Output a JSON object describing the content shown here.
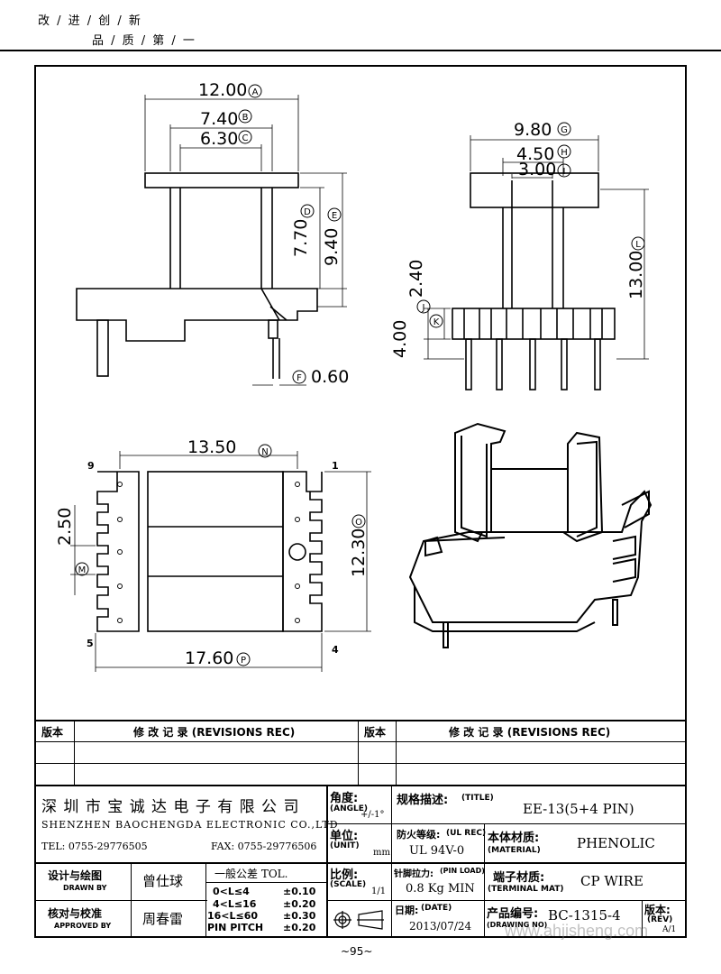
{
  "header": {
    "slogan_line1": "改 / 进 / 创 / 新",
    "slogan_line2": "品 / 质 / 第 / 一"
  },
  "dims": {
    "A": "12.00",
    "A_mark": "A",
    "B": "7.40",
    "B_mark": "B",
    "C": "6.30",
    "C_mark": "C",
    "D": "7.70",
    "D_mark": "D",
    "E": "9.40",
    "E_mark": "E",
    "F": "0.60",
    "F_mark": "F",
    "G": "9.80",
    "G_mark": "G",
    "H": "4.50",
    "H_mark": "H",
    "I": "3.00",
    "I_mark": "I",
    "J": "2.40",
    "J_mark": "J",
    "K": "4.00",
    "K_mark": "K",
    "L": "13.00",
    "L_mark": "L",
    "M": "2.50",
    "M_mark": "M",
    "N": "13.50",
    "N_mark": "N",
    "O": "12.30",
    "O_mark": "O",
    "P": "17.60",
    "P_mark": "P"
  },
  "pins": {
    "p9": "9",
    "p1": "1",
    "p5": "5",
    "p4": "4"
  },
  "revisions": {
    "col_ver": "版本",
    "col_record": "修 改 记 录 (REVISIONS REC)"
  },
  "titleblock": {
    "company_cn": "深 圳 市 宝 诚 达 电 子 有 限 公 司",
    "company_en": "SHENZHEN BAOCHENGDA ELECTRONIC CO.,LTD",
    "tel": "TEL: 0755-29776505",
    "fax": "FAX: 0755-29776506",
    "angle_label": "角度:",
    "angle_en": "(ANGLE)",
    "angle_val": "+/-1°",
    "unit_label": "单位:",
    "unit_en": "(UNIT)",
    "unit_val": "mm",
    "scale_label": "比例:",
    "scale_en": "(SCALE)",
    "scale_val": "1/1",
    "title_label": "规格描述:",
    "title_en": "(TITLE)",
    "title_val": "EE-13(5+4 PIN)",
    "ul_label": "防火等级:",
    "ul_en": "(UL REC)",
    "ul_val": "UL 94V-0",
    "material_label": "本体材质:",
    "material_en": "(MATERIAL)",
    "material_val": "PHENOLIC",
    "pinload_label": "针脚拉力:",
    "pinload_en": "(PIN LOAD)",
    "pinload_val": "0.8 Kg MIN",
    "terminal_label": "端子材质:",
    "terminal_en": "(TERMINAL MAT)",
    "terminal_val": "CP WIRE",
    "date_label": "日期:",
    "date_en": "(DATE)",
    "date_val": "2013/07/24",
    "drawno_label": "产品编号:",
    "drawno_en": "(DRAWING NO)",
    "drawno_val": "BC-1315-4",
    "rev_label": "版本:",
    "rev_en": "(REV)",
    "rev_val": "A/1",
    "drawn_label": "设计与绘图",
    "drawn_en": "DRAWN BY",
    "drawn_val": "曾仕球",
    "approved_label": "核对与校准",
    "approved_en": "APPROVED BY",
    "approved_val": "周春雷",
    "tol_title": "一般公差 TOL.",
    "tol_rows": [
      {
        "range": "0<L≤4",
        "val": "±0.10"
      },
      {
        "range": "4<L≤16",
        "val": "±0.20"
      },
      {
        "range": "16<L≤60",
        "val": "±0.30"
      },
      {
        "range": "PIN PITCH",
        "val": "±0.20"
      }
    ],
    "watermark": "www.ahjisheng.com"
  },
  "footer": {
    "page": "~95~"
  }
}
